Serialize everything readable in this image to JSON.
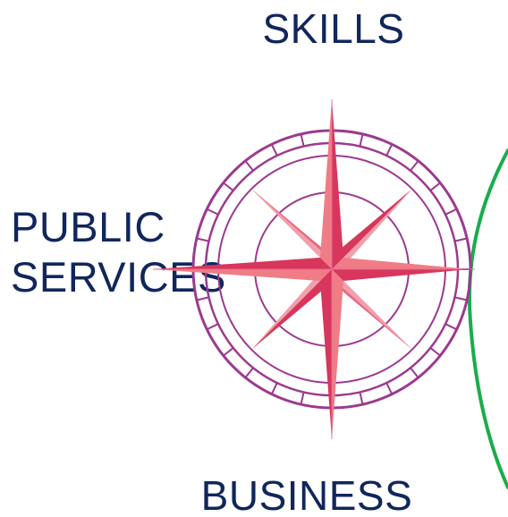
{
  "labels": {
    "top": "SKILLS",
    "left_line1": "PUBLIC",
    "left_line2": "SERVICES",
    "bottom": "BUSINESS"
  },
  "colors": {
    "text": "#10265c",
    "compass_ring": "#9b3a8f",
    "compass_star_light": "#f07c86",
    "compass_star_dark": "#d8365c",
    "arc": "#1aad4b"
  },
  "icons": {
    "compass": "compass-rose-icon"
  }
}
